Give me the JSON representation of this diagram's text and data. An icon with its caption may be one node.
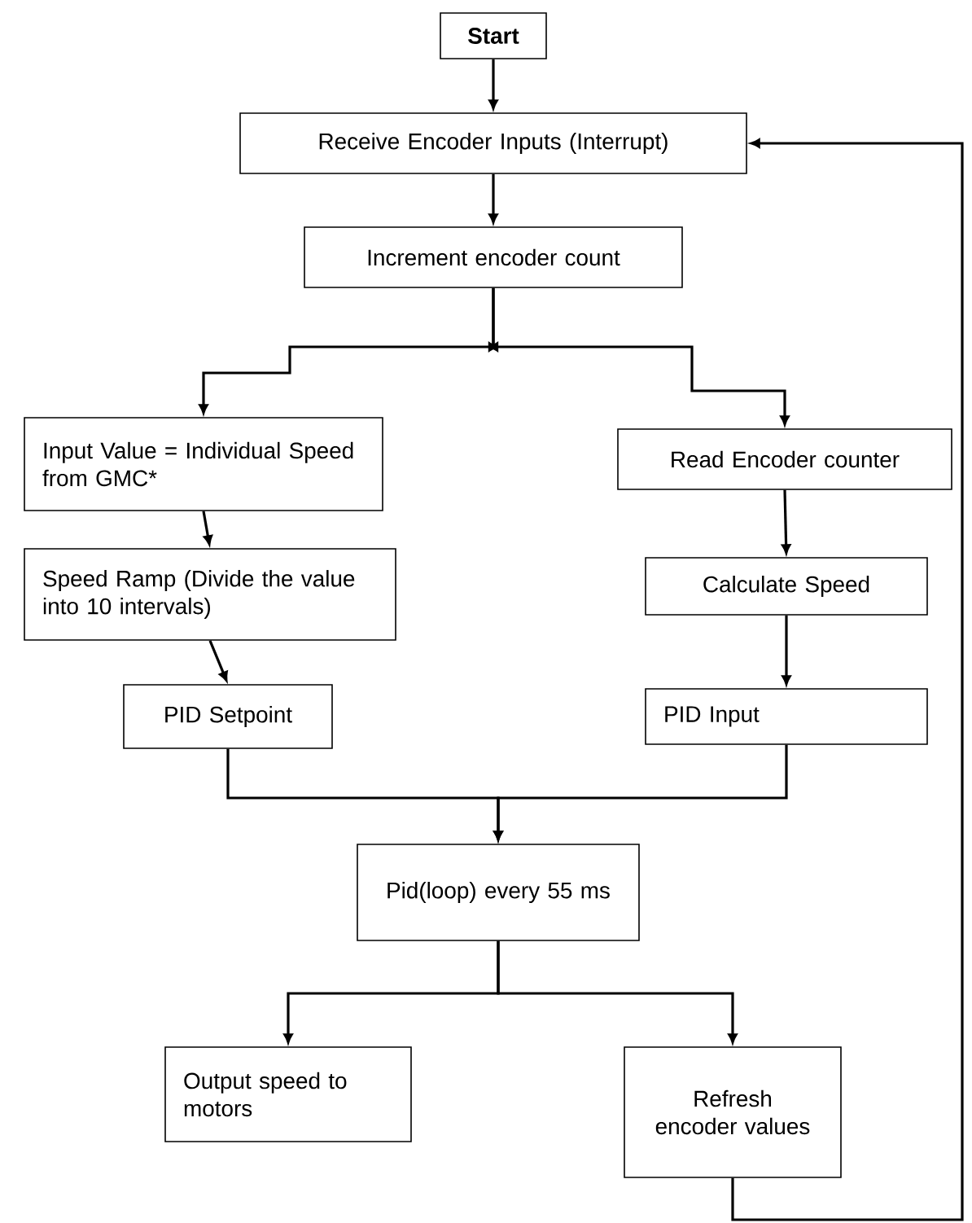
{
  "diagram": {
    "nodes": [
      {
        "text": [
          "Start"
        ]
      },
      {
        "text": [
          "Receive Encoder Inputs (Interrupt)"
        ]
      },
      {
        "text": [
          "Increment  encoder count"
        ]
      },
      {
        "text": [
          "Input Value = Individual Speed from GMC*"
        ]
      },
      {
        "text": [
          "Read Encoder counter"
        ]
      },
      {
        "text": [
          "Speed Ramp (Divide the value into 10 intervals)"
        ]
      },
      {
        "text": [
          "Calculate Speed"
        ]
      },
      {
        "text": [
          "PID Setpoint"
        ]
      },
      {
        "text": [
          "PID Input"
        ]
      },
      {
        "text": [
          "Pid(loop) every 55 ms"
        ]
      },
      {
        "text": [
          "Output speed to motors"
        ]
      },
      {
        "text": [
          "Refresh encoder values"
        ]
      }
    ],
    "edges": [
      {
        "from": 0,
        "to": 1,
        "arrow": "to"
      },
      {
        "from": 1,
        "to": 2,
        "arrow": "to"
      },
      {
        "from": 2,
        "to": 3,
        "arrow": "to"
      },
      {
        "from": 2,
        "to": 4,
        "arrow": "to"
      },
      {
        "from": 3,
        "to": 5,
        "arrow": "to"
      },
      {
        "from": 5,
        "to": 7,
        "arrow": "to"
      },
      {
        "from": 4,
        "to": 6,
        "arrow": "to"
      },
      {
        "from": 6,
        "to": 8,
        "arrow": "to"
      },
      {
        "from": 7,
        "to": 9,
        "arrow": "to"
      },
      {
        "from": 8,
        "to": 9,
        "arrow": "to"
      },
      {
        "from": 9,
        "to": 10,
        "arrow": "to"
      },
      {
        "from": 9,
        "to": 11,
        "arrow": "to"
      },
      {
        "from": 11,
        "to": 1,
        "arrow": "to"
      }
    ]
  }
}
